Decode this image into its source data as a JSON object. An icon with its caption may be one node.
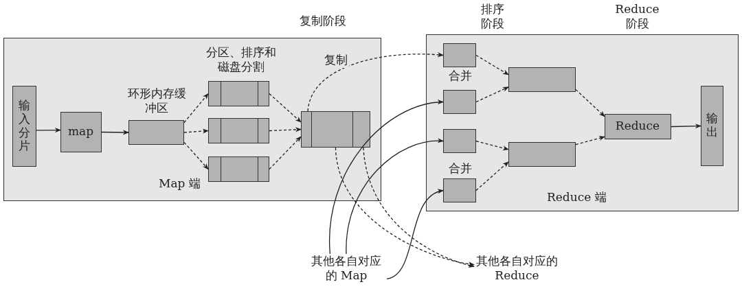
{
  "diagram": {
    "nodes": [
      {
        "text": [
          "Map 端"
        ]
      },
      {
        "text": [
          "Reduce 端"
        ]
      },
      {
        "text": [
          "输入分片"
        ],
        "in": 0
      },
      {
        "text": [
          "map"
        ],
        "in": 0
      },
      {
        "text": [],
        "shape": "box",
        "in": 0
      },
      {
        "text": [],
        "shape": "box",
        "in": 0
      },
      {
        "text": [],
        "shape": "box",
        "in": 0
      },
      {
        "text": [],
        "shape": "box",
        "in": 0
      },
      {
        "text": [],
        "shape": "box",
        "in": 0
      },
      {
        "text": [],
        "shape": "box",
        "in": 1
      },
      {
        "text": [],
        "shape": "box",
        "in": 1
      },
      {
        "text": [],
        "shape": "box",
        "in": 1
      },
      {
        "text": [],
        "shape": "box",
        "in": 1
      },
      {
        "text": [],
        "shape": "box",
        "in": 1
      },
      {
        "text": [],
        "shape": "box",
        "in": 1
      },
      {
        "text": [
          "Reduce"
        ],
        "in": 1
      },
      {
        "text": [
          "输出"
        ],
        "in": 1
      },
      {
        "text": [
          "其他各自对应的 Map"
        ]
      },
      {
        "text": [
          "其他各自对应的 Reduce"
        ]
      }
    ],
    "edges": [
      {
        "from": 2,
        "to": 3,
        "arrow": "to"
      },
      {
        "from": 3,
        "to": 4,
        "arrow": "to"
      },
      {
        "from": 4,
        "to": 5,
        "arrow": "to",
        "style": "dashed"
      },
      {
        "from": 4,
        "to": 6,
        "arrow": "to",
        "style": "dashed"
      },
      {
        "from": 4,
        "to": 7,
        "arrow": "to",
        "style": "dashed"
      },
      {
        "from": 5,
        "to": 8,
        "arrow": "to",
        "style": "dashed"
      },
      {
        "from": 6,
        "to": 8,
        "arrow": "to",
        "style": "dashed"
      },
      {
        "from": 7,
        "to": 8,
        "arrow": "to",
        "style": "dashed"
      },
      {
        "from": 8,
        "to": 9,
        "arrow": "to",
        "style": "dashed",
        "label": "复制"
      },
      {
        "from": 17,
        "to": 10,
        "arrow": "to"
      },
      {
        "from": 17,
        "to": 11,
        "arrow": "to"
      },
      {
        "from": 17,
        "to": 12,
        "arrow": "to"
      },
      {
        "from": 8,
        "to": 18,
        "arrow": "to",
        "style": "dashed"
      },
      {
        "from": 8,
        "to": 18,
        "arrow": "to",
        "style": "dashed"
      },
      {
        "from": 9,
        "to": 13,
        "arrow": "to",
        "style": "dashed"
      },
      {
        "from": 10,
        "to": 13,
        "arrow": "to",
        "style": "dashed"
      },
      {
        "from": 11,
        "to": 14,
        "arrow": "to",
        "style": "dashed"
      },
      {
        "from": 12,
        "to": 14,
        "arrow": "to",
        "style": "dashed"
      },
      {
        "from": 13,
        "to": 15,
        "arrow": "to",
        "style": "dashed"
      },
      {
        "from": 14,
        "to": 15,
        "arrow": "to",
        "style": "dashed"
      },
      {
        "from": 15,
        "to": 16,
        "arrow": "to"
      }
    ],
    "labels": [
      "复制阶段",
      "排序阶段",
      "Reduce 阶段",
      "分区、排序和磁盘分割",
      "合并",
      "环形内存缓冲区",
      "合并"
    ]
  }
}
